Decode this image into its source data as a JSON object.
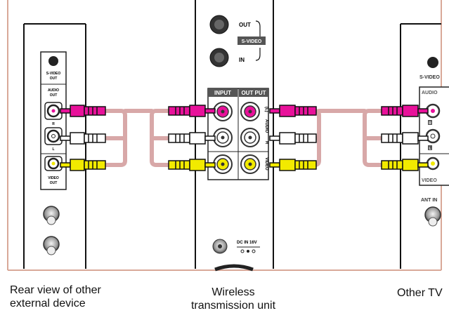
{
  "captions": {
    "left_line1": "Rear view of other",
    "left_line2": "external device",
    "center_line1": "Wireless",
    "center_line2": "transmission unit",
    "right": "Other TV"
  },
  "left_device": {
    "svideo_out_label_1": "S-VIDEO",
    "svideo_out_label_2": "OUT",
    "audio_out_label_1": "AUDIO",
    "audio_out_label_2": "OUT",
    "channel_r": "R",
    "channel_l": "L",
    "video_out_label_1": "VIDEO",
    "video_out_label_2": "OUT"
  },
  "center_unit": {
    "svideo_out": "OUT",
    "svideo_badge": "S-VIDEO",
    "svideo_in": "IN",
    "input_label": "INPUT",
    "output_label": "OUT PUT",
    "side_audio": "AUDIO",
    "side_l": "(L)",
    "side_r": "R",
    "side_video": "VIDEO",
    "dc_in": "DC IN 16V"
  },
  "other_tv": {
    "svideo": "S-VIDEO",
    "audio": "AUDIO",
    "channel_r": "R",
    "channel_l": "L",
    "video": "VIDEO",
    "ant_in": "ANT IN"
  },
  "colors": {
    "audio_l_white": "#ffffff",
    "audio_r_red": "#e8119a",
    "video_yellow": "#f2ea00",
    "cable": "#d8a8a8",
    "outline": "#111111",
    "panel_line": "#444444",
    "page_edge": "#d9a898"
  }
}
